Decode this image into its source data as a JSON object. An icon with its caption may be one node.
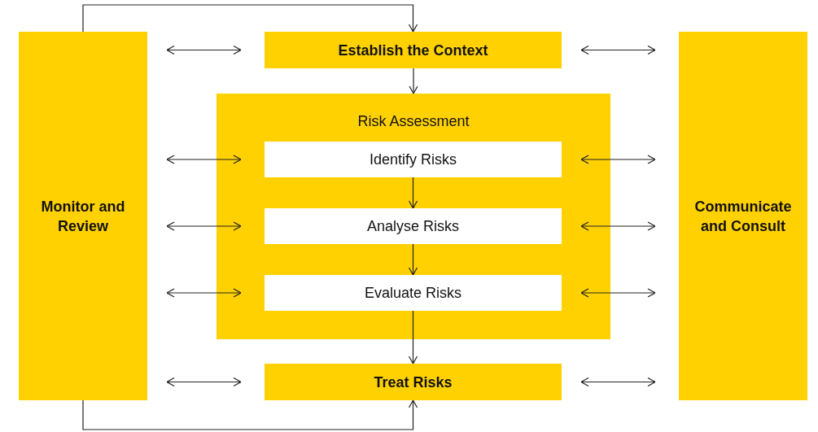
{
  "diagram": {
    "nodes": [
      {
        "text": [
          "Monitor and Review"
        ]
      },
      {
        "text": [
          "Establish the Context"
        ]
      },
      {
        "text": [
          "Risk Assessment"
        ]
      },
      {
        "text": [
          "Identify Risks"
        ],
        "in": 2
      },
      {
        "text": [
          "Analyse Risks"
        ],
        "in": 2
      },
      {
        "text": [
          "Evaluate Risks"
        ],
        "in": 2
      },
      {
        "text": [
          "Treat Risks"
        ]
      },
      {
        "text": [
          "Communicate and Consult"
        ]
      }
    ],
    "edges": [
      {
        "from": 0,
        "to": 1,
        "arrow": "to"
      },
      {
        "from": 1,
        "to": 2,
        "arrow": "to"
      },
      {
        "from": 3,
        "to": 4,
        "arrow": "to"
      },
      {
        "from": 4,
        "to": 5,
        "arrow": "to"
      },
      {
        "from": 5,
        "to": 6,
        "arrow": "to"
      },
      {
        "from": 0,
        "to": 6,
        "arrow": "to"
      },
      {
        "from": 0,
        "to": 1,
        "arrow": "both"
      },
      {
        "from": 0,
        "to": 3,
        "arrow": "both"
      },
      {
        "from": 0,
        "to": 4,
        "arrow": "both"
      },
      {
        "from": 0,
        "to": 5,
        "arrow": "both"
      },
      {
        "from": 0,
        "to": 6,
        "arrow": "both"
      },
      {
        "from": 1,
        "to": 7,
        "arrow": "both"
      },
      {
        "from": 3,
        "to": 7,
        "arrow": "both"
      },
      {
        "from": 4,
        "to": 7,
        "arrow": "both"
      },
      {
        "from": 5,
        "to": 7,
        "arrow": "both"
      },
      {
        "from": 6,
        "to": 7,
        "arrow": "both"
      }
    ]
  }
}
